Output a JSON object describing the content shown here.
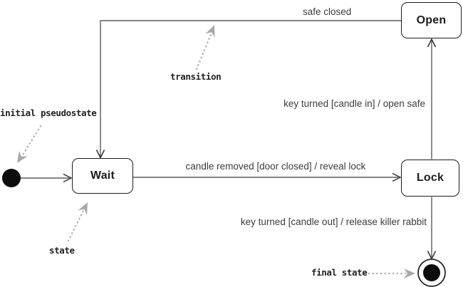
{
  "diagram": {
    "type": "uml-state-diagram",
    "states": [
      {
        "name": "Wait"
      },
      {
        "name": "Open"
      },
      {
        "name": "Lock"
      }
    ],
    "pseudostates": [
      {
        "name": "initial"
      },
      {
        "name": "final"
      }
    ],
    "transitions": [
      {
        "from": "initial",
        "to": "Wait",
        "label": ""
      },
      {
        "from": "Open",
        "to": "Wait",
        "label": "safe closed"
      },
      {
        "from": "Wait",
        "to": "Lock",
        "label": "candle removed [door closed] / reveal lock"
      },
      {
        "from": "Lock",
        "to": "Open",
        "label": "key turned [candle in] / open safe"
      },
      {
        "from": "Lock",
        "to": "final",
        "label": "key turned [candle out] / release killer rabbit"
      }
    ],
    "annotations": [
      {
        "label": "initial pseudostate"
      },
      {
        "label": "transition"
      },
      {
        "label": "state"
      },
      {
        "label": "final state"
      }
    ],
    "colors": {
      "background": "#ffffff",
      "state_border": "#1c1c1c",
      "state_fill": "#ffffff",
      "transition_line": "#5a5a5a",
      "transition_label": "#3c3c3c",
      "annotation_text": "#222222",
      "annotation_arrow": "#b4b4b4",
      "node_fill": "#0d0d0d"
    }
  }
}
